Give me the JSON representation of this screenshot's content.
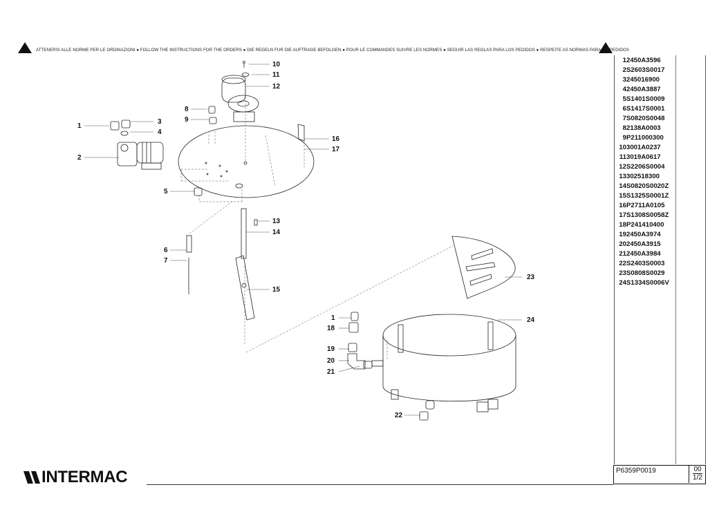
{
  "header": {
    "instructions": "ATTENERSI ALLE NORME PER LE ORDINAZIONI ● FOLLOW THE INSTRUCTIONS FOR THE ORDERS ● DIE REGELN FUR DIE AUFTRAGE BEFOLGEN ● POUR LE COMMANDES SUIVRE LES NORMES ● SEGUIR LAS REGLAS PARA LOS PEDIDOS ● RESPEITE AS NORMAS PARA OS PEDIDOS"
  },
  "parts": [
    {
      "n": "1",
      "code": "2450A3596"
    },
    {
      "n": "2",
      "code": "S2603S0017"
    },
    {
      "n": "3",
      "code": "245016900"
    },
    {
      "n": "4",
      "code": "2450A3887"
    },
    {
      "n": "5",
      "code": "S1401S0009"
    },
    {
      "n": "6",
      "code": "S1417S0001"
    },
    {
      "n": "7",
      "code": "S0820S0048"
    },
    {
      "n": "8",
      "code": "2138A0003"
    },
    {
      "n": "9",
      "code": "P211000300"
    },
    {
      "n": "10",
      "code": "3001A0237"
    },
    {
      "n": "11",
      "code": "3019A0617"
    },
    {
      "n": "12",
      "code": "S2206S0004"
    },
    {
      "n": "13",
      "code": "302518300"
    },
    {
      "n": "14",
      "code": "S0820S0020Z"
    },
    {
      "n": "15",
      "code": "S1325S0001Z"
    },
    {
      "n": "16",
      "code": "P2711A0105"
    },
    {
      "n": "17",
      "code": "S1308S0058Z"
    },
    {
      "n": "18",
      "code": "P241410400"
    },
    {
      "n": "19",
      "code": "2450A3974"
    },
    {
      "n": "20",
      "code": "2450A3915"
    },
    {
      "n": "21",
      "code": "2450A3984"
    },
    {
      "n": "22",
      "code": "S2403S0003"
    },
    {
      "n": "23",
      "code": "S0808S0029"
    },
    {
      "n": "24",
      "code": "S1334S0006V"
    }
  ],
  "callouts": {
    "c1a": "1",
    "c2": "2",
    "c3": "3",
    "c4": "4",
    "c5": "5",
    "c6": "6",
    "c7": "7",
    "c8": "8",
    "c9": "9",
    "c10": "10",
    "c11": "11",
    "c12": "12",
    "c13": "13",
    "c14": "14",
    "c15": "15",
    "c16": "16",
    "c17": "17",
    "c1b": "1",
    "c18": "18",
    "c19": "19",
    "c20": "20",
    "c21": "21",
    "c22": "22",
    "c23": "23",
    "c24": "24"
  },
  "title_block": {
    "drawing_number": "P6359P0019",
    "revision": "00",
    "sheet": "1/2"
  },
  "logo": {
    "text": "INTERMAC"
  }
}
